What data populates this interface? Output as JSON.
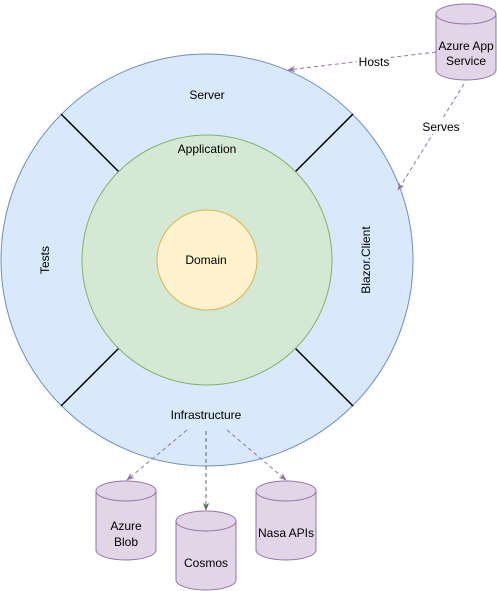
{
  "layers": {
    "outer": {
      "top": "Server",
      "left": "Tests",
      "right": "Blazor.Client",
      "bottom": "Infrastructure"
    },
    "application": "Application",
    "domain": "Domain"
  },
  "services": {
    "azure_app_service": [
      "Azure App",
      "Service"
    ],
    "azure_blob": [
      "Azure",
      "Blob"
    ],
    "cosmos": "Cosmos",
    "nasa_apis": "Nasa APIs"
  },
  "edges": {
    "hosts": "Hosts",
    "serves": "Serves"
  },
  "colors": {
    "outer_fill": "#dae8fc",
    "outer_stroke": "#6c8ebf",
    "application_fill": "#d5e8d4",
    "application_stroke": "#82b366",
    "domain_fill": "#fff2cc",
    "domain_stroke": "#d6b656",
    "cylinder_fill": "#e1d5e7",
    "cylinder_stroke": "#9673a6",
    "arrow_purple": "#9673a6",
    "arrow_gray": "#666666"
  }
}
